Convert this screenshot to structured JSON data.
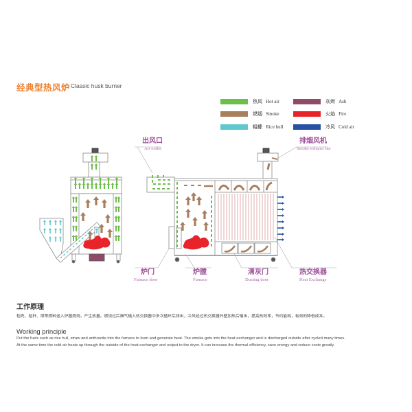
{
  "header": {
    "title_cn": "经典型热风炉",
    "title_en": "Classic husk burner",
    "accent_color": "#f07f2a"
  },
  "legend": {
    "items": [
      {
        "cn": "热风",
        "en": "Hot air",
        "color": "#6cc04a"
      },
      {
        "cn": "燃烟",
        "en": "Smoke",
        "color": "#a77e5e"
      },
      {
        "cn": "粗糠",
        "en": "Rice hull",
        "color": "#5fc8cf"
      },
      {
        "cn": "灰烬",
        "en": "Ash",
        "color": "#8e4a66"
      },
      {
        "cn": "火焰",
        "en": "Fire",
        "color": "#e8232a"
      },
      {
        "cn": "冷风",
        "en": "Cold air",
        "color": "#2552a3"
      }
    ]
  },
  "callouts": {
    "air_outlet": {
      "cn": "出风口",
      "en": "Air outlet"
    },
    "smoke_exhaust_fan": {
      "cn": "排烟风机",
      "en": "Smoke exhaust fan"
    },
    "furnace_door": {
      "cn": "炉门",
      "en": "Furnace door"
    },
    "furnace": {
      "cn": "炉膛",
      "en": "Furnace"
    },
    "dusting_door": {
      "cn": "清灰门",
      "en": "Dusting door"
    },
    "heat_exchange": {
      "cn": "热交换器",
      "en": "Heat Exchange"
    },
    "label_color": "#a0509b"
  },
  "principle_cn": {
    "heading": "工作原理",
    "body": "稻壳、秸秆、煤等燃料送入炉膛燃烧，产生热量。燃烧过后烟气输入热交换器中多次循环后排出，冷风经过热交换器外壁加热后输出，提高热效率，节约能耗，有效的降低成本。"
  },
  "principle_en": {
    "heading": "Working principle",
    "line1": "Put the fuels such as rice hull, straw and anthracite into the furnace to burn and generate heat. The smoke gets into the heat exchanger and is discharged outside after cycled many times.",
    "line2": "At the same time the cold air heats up through the outside of the heat exchanger and output to the dryer. It can increase the thermal efficiency, save energy and reduce costs greatly."
  }
}
